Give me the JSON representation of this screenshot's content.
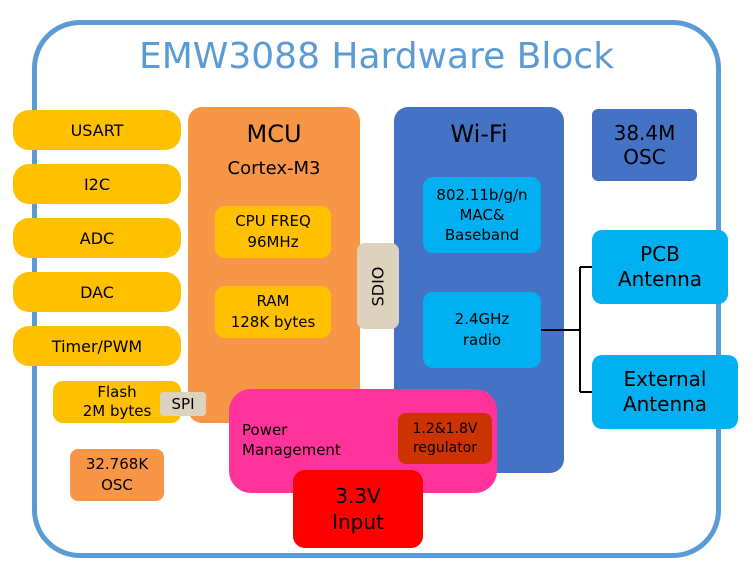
{
  "title": "EMW3088 Hardware Block",
  "interfaces": [
    "USART",
    "I2C",
    "ADC",
    "DAC",
    "Timer/PWM"
  ],
  "flash": {
    "line1": "Flash",
    "line2": "2M bytes"
  },
  "spi": "SPI",
  "osc32": {
    "line1": "32.768K",
    "line2": "OSC"
  },
  "mcu": {
    "title": "MCU",
    "subtitle": "Cortex-M3",
    "cpu": {
      "line1": "CPU FREQ",
      "line2": "96MHz"
    },
    "ram": {
      "line1": "RAM",
      "line2": "128K bytes"
    }
  },
  "sdio": "SDIO",
  "wifi": {
    "title": "Wi-Fi",
    "mac": {
      "line1": "802.11b/g/n",
      "line2": "MAC&",
      "line3": "Baseband"
    },
    "radio": {
      "line1": "2.4GHz",
      "line2": "radio"
    }
  },
  "osc38": {
    "line1": "38.4M",
    "line2": "OSC"
  },
  "pcb_antenna": {
    "line1": "PCB",
    "line2": "Antenna"
  },
  "external_antenna": {
    "line1": "External",
    "line2": "Antenna"
  },
  "power": {
    "line1": "Power",
    "line2": "Management"
  },
  "regulator": {
    "line1": "1.2&1.8V",
    "line2": "regulator"
  },
  "input": {
    "line1": "3.3V",
    "line2": "Input"
  },
  "colors": {
    "frame": "#5b9bd5",
    "interface_yellow": "#ffc000",
    "mcu_orange": "#f79646",
    "wifi_blue": "#4472c4",
    "antenna_cyan": "#00b0f0",
    "power_pink": "#ff3399",
    "regulator_red": "#cc3300",
    "input_red": "#ff0000",
    "bus_beige": "#ddd2be"
  }
}
